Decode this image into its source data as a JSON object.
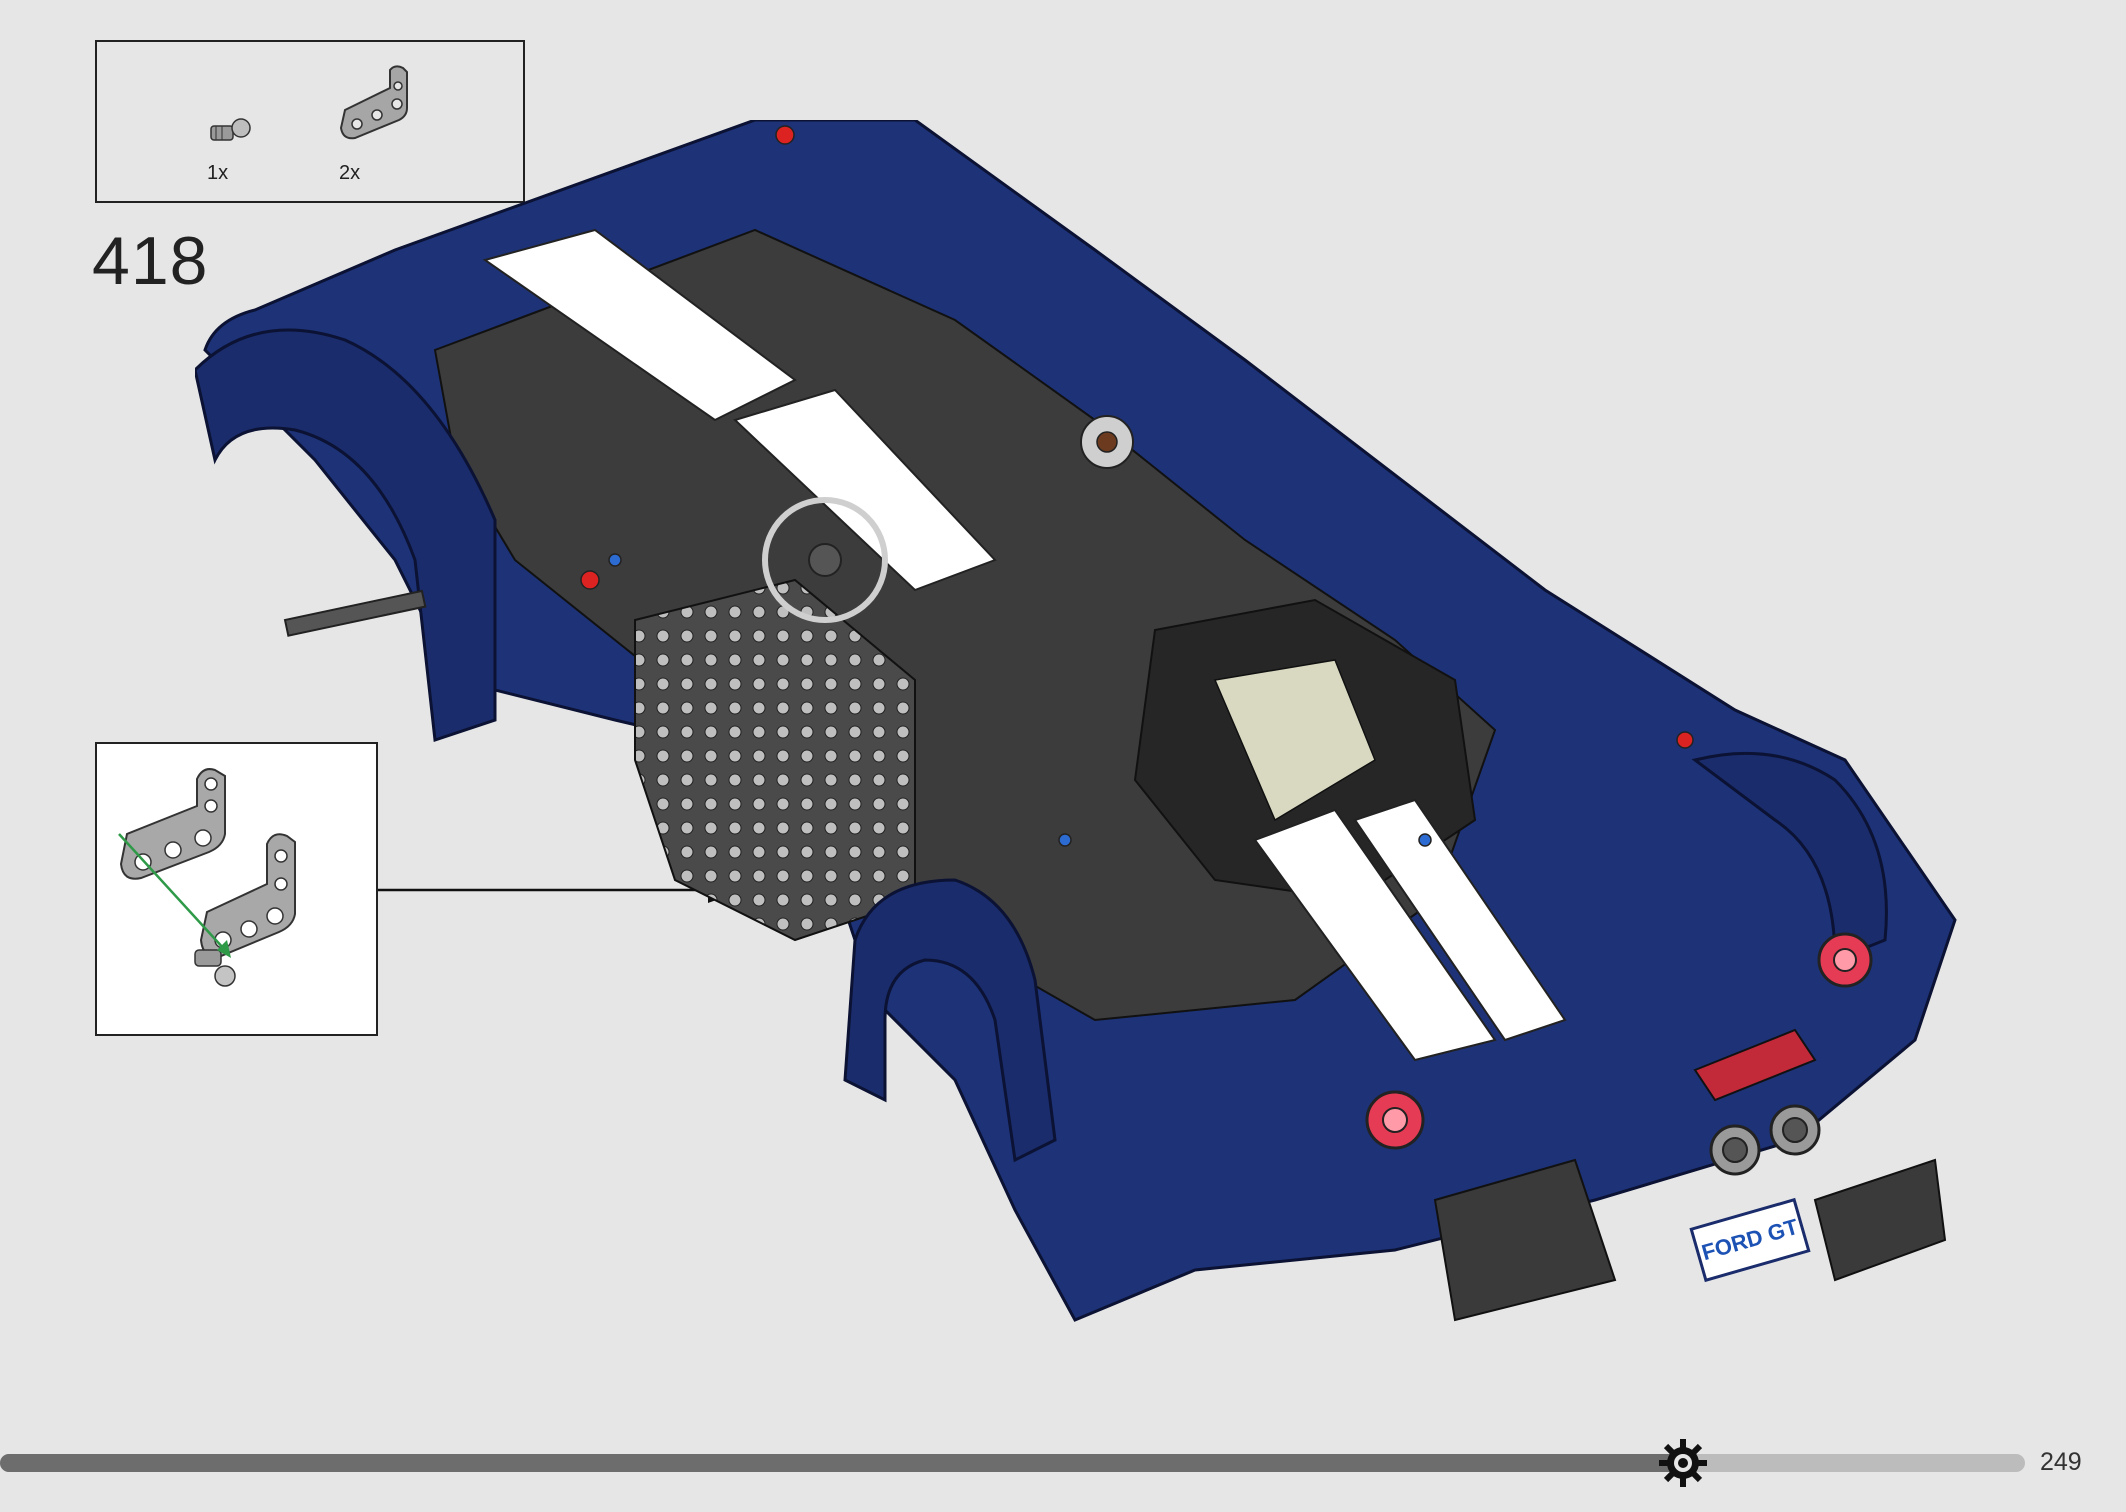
{
  "step": {
    "number": "418",
    "parts": [
      {
        "qty": "1x",
        "icon": "connector-pin-icon"
      },
      {
        "qty": "2x",
        "icon": "l-beam-icon"
      }
    ]
  },
  "callout": {
    "icon": "l-beam-assembly-icon",
    "arrow_color": "#2e9a48"
  },
  "model": {
    "icon": "ford-gt-model-icon",
    "plate_text": "FORD GT",
    "body_color": "#1d3277",
    "stripe_color": "#ffffff"
  },
  "footer": {
    "page_number": "249",
    "icon": "gear-icon"
  }
}
